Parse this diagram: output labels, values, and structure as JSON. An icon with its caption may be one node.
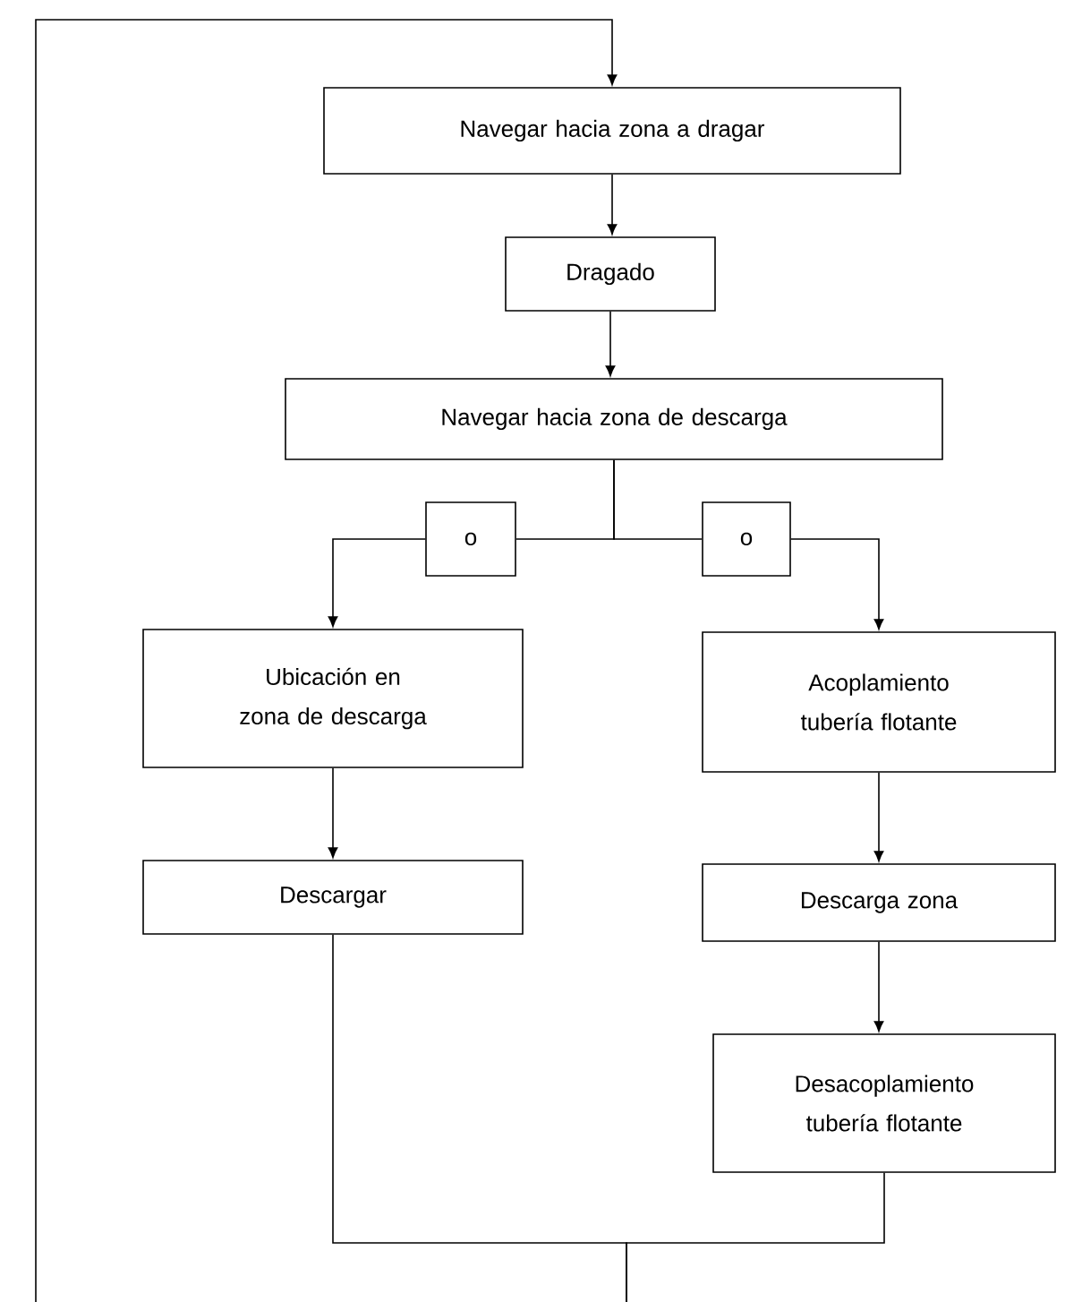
{
  "diagram": {
    "nodes": [
      {
        "text": [
          "Navegar hacia zona a dragar"
        ]
      },
      {
        "text": [
          "Dragado"
        ]
      },
      {
        "text": [
          "Navegar hacia zona de descarga"
        ]
      },
      {
        "text": [
          "o"
        ]
      },
      {
        "text": [
          "o"
        ]
      },
      {
        "text": [
          "Ubicación en zona de descarga"
        ]
      },
      {
        "text": [
          "Acoplamiento tubería flotante"
        ]
      },
      {
        "text": [
          "Descargar"
        ]
      },
      {
        "text": [
          "Descarga zona"
        ]
      },
      {
        "text": [
          "Desacoplamiento tubería flotante"
        ]
      }
    ],
    "edges": [
      {
        "from": null,
        "to": 0,
        "arrow": "to"
      },
      {
        "from": 0,
        "to": 1,
        "arrow": "to"
      },
      {
        "from": 1,
        "to": 2,
        "arrow": "to"
      },
      {
        "from": 2,
        "to": 3,
        "arrow": "none"
      },
      {
        "from": 2,
        "to": 4,
        "arrow": "none"
      },
      {
        "from": 3,
        "to": 5,
        "arrow": "to"
      },
      {
        "from": 4,
        "to": 6,
        "arrow": "to"
      },
      {
        "from": 5,
        "to": 7,
        "arrow": "to"
      },
      {
        "from": 6,
        "to": 8,
        "arrow": "to"
      },
      {
        "from": 8,
        "to": 9,
        "arrow": "to"
      },
      {
        "from": 7,
        "to": null,
        "arrow": "none"
      },
      {
        "from": 9,
        "to": null,
        "arrow": "none"
      }
    ]
  }
}
